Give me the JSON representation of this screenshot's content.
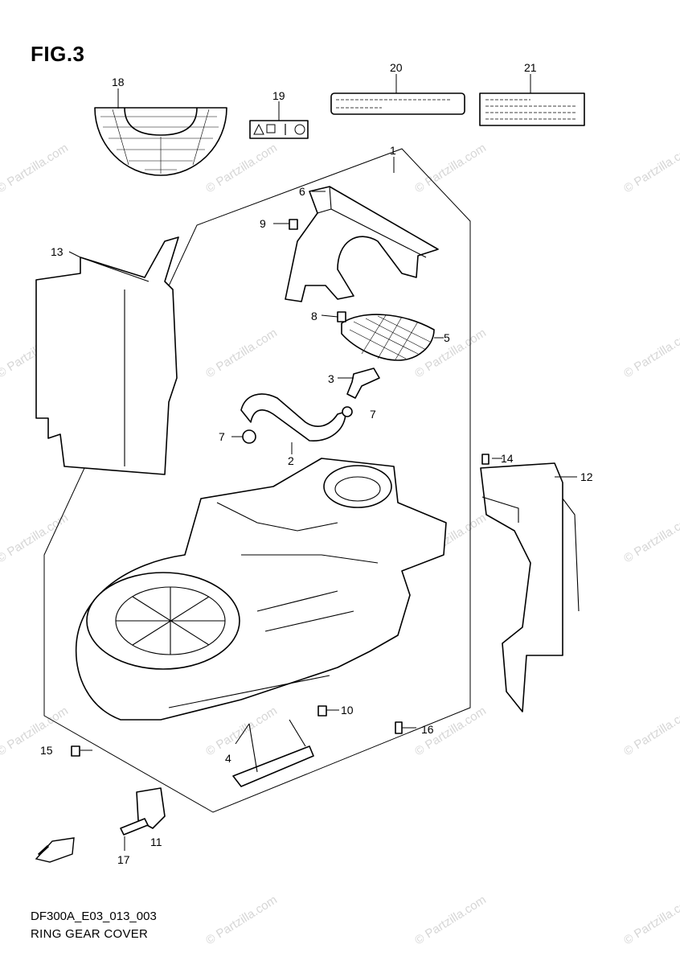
{
  "figure": {
    "title": "FIG.3",
    "code": "DF300A_E03_013_003",
    "caption": "RING GEAR COVER"
  },
  "watermark": "© Partzilla.com",
  "parts": [
    {
      "num": "1"
    },
    {
      "num": "2"
    },
    {
      "num": "3"
    },
    {
      "num": "4"
    },
    {
      "num": "5"
    },
    {
      "num": "6"
    },
    {
      "num": "7"
    },
    {
      "num": "7"
    },
    {
      "num": "8"
    },
    {
      "num": "9"
    },
    {
      "num": "10"
    },
    {
      "num": "11"
    },
    {
      "num": "12"
    },
    {
      "num": "13"
    },
    {
      "num": "14"
    },
    {
      "num": "15"
    },
    {
      "num": "16"
    },
    {
      "num": "17"
    },
    {
      "num": "18"
    },
    {
      "num": "19"
    },
    {
      "num": "20"
    },
    {
      "num": "21"
    }
  ],
  "icons": [
    "fwd-arrow-icon",
    "warning-label-icon"
  ]
}
